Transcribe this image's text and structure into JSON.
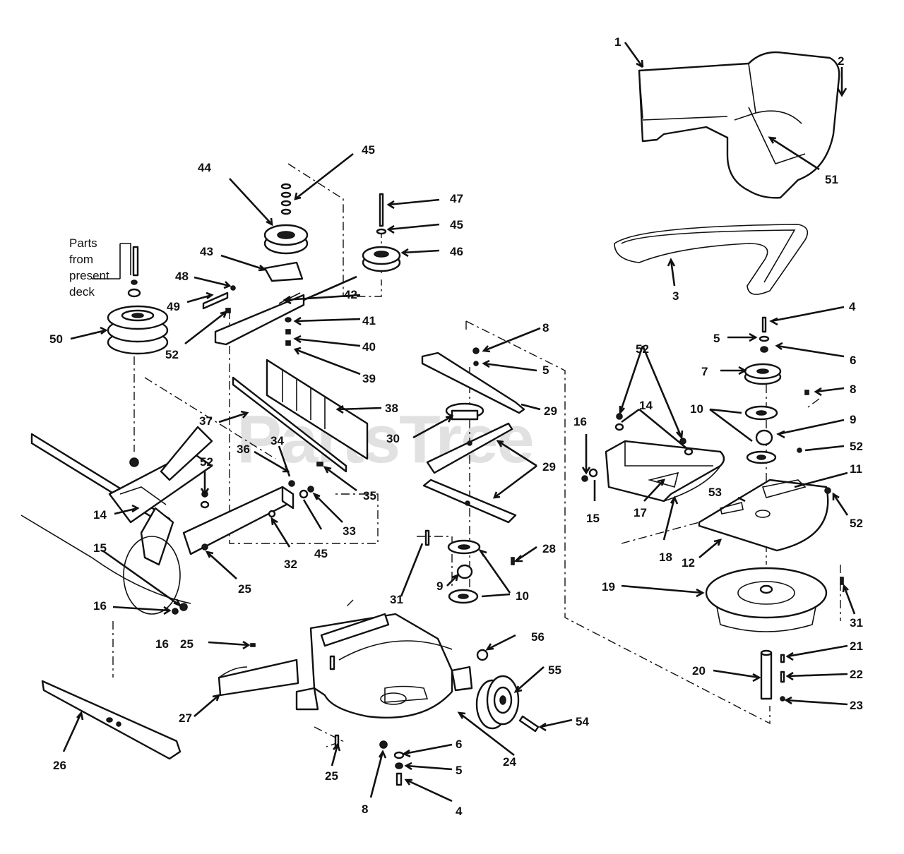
{
  "watermark": "PartsTree",
  "note_lines": [
    "Parts",
    "from",
    "present",
    "deck"
  ],
  "callouts": {
    "c1": "1",
    "c2": "2",
    "c3": "3",
    "c4a": "4",
    "c4b": "4",
    "c5a": "5",
    "c5b": "5",
    "c5c": "5",
    "c6a": "6",
    "c6b": "6",
    "c7": "7",
    "c8a": "8",
    "c8b": "8",
    "c8c": "8",
    "c9a": "9",
    "c9b": "9",
    "c10a": "10",
    "c10b": "10",
    "c11": "11",
    "c12": "12",
    "c14a": "14",
    "c14b": "14",
    "c15a": "15",
    "c15b": "15",
    "c16a": "16",
    "c16b": "16",
    "c16c": "16",
    "c17": "17",
    "c18": "18",
    "c19": "19",
    "c20": "20",
    "c21": "21",
    "c22": "22",
    "c23": "23",
    "c24": "24",
    "c25a": "25",
    "c25b": "25",
    "c25c": "25",
    "c26": "26",
    "c27": "27",
    "c28": "28",
    "c29a": "29",
    "c29b": "29",
    "c30": "30",
    "c31a": "31",
    "c31b": "31",
    "c32": "32",
    "c33": "33",
    "c34": "34",
    "c35": "35",
    "c36": "36",
    "c37": "37",
    "c38": "38",
    "c39": "39",
    "c40": "40",
    "c41": "41",
    "c42": "42",
    "c43": "43",
    "c44": "44",
    "c45a": "45",
    "c45b": "45",
    "c45c": "45",
    "c46": "46",
    "c47": "47",
    "c48": "48",
    "c49": "49",
    "c50": "50",
    "c51": "51",
    "c52a": "52",
    "c52b": "52",
    "c52c": "52",
    "c52d": "52",
    "c52e": "52",
    "c53": "53",
    "c54": "54",
    "c55": "55",
    "c56": "56"
  }
}
